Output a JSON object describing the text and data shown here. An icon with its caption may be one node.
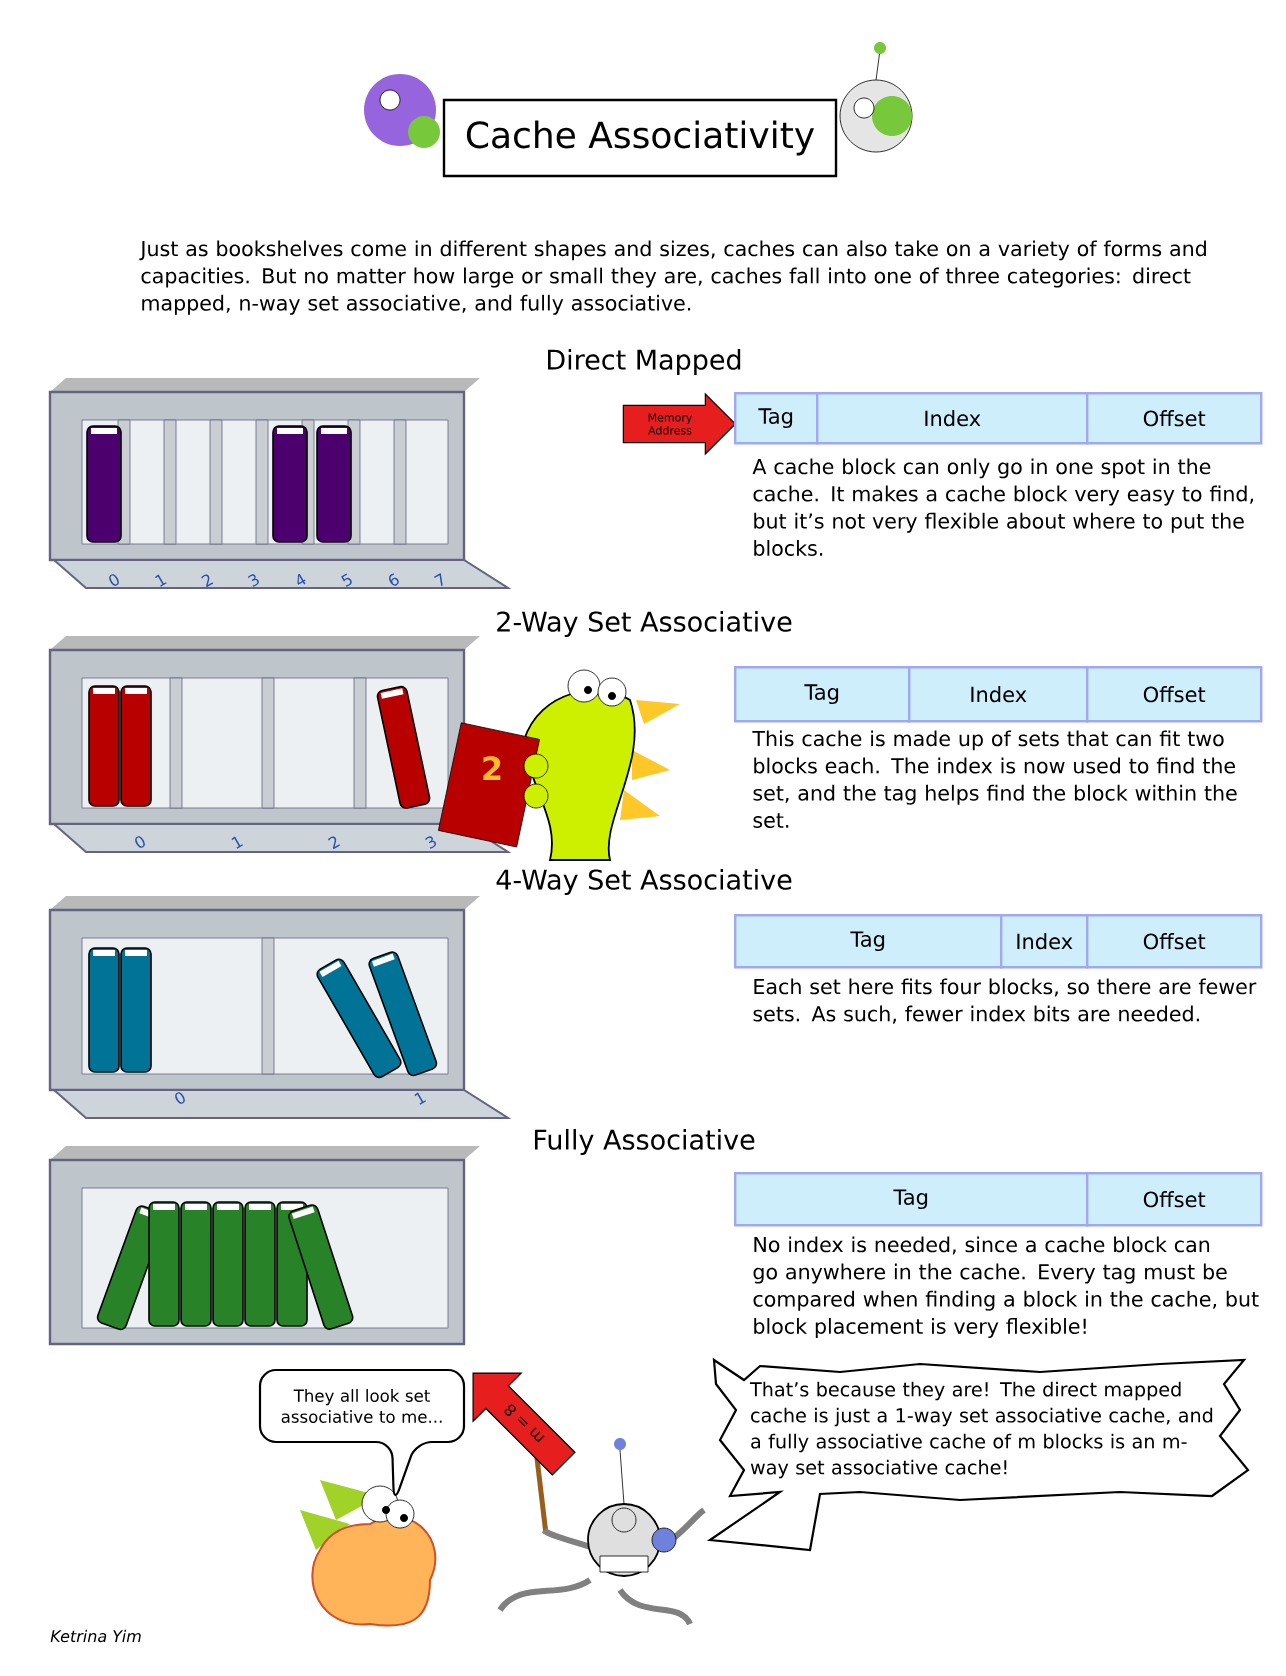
{
  "diagram": {
    "title": "Cache Associativity",
    "nodes": [
      {
        "text": [
          "Memory Address"
        ]
      },
      {
        "text": [
          "Tag"
        ]
      },
      {
        "text": [
          "Index"
        ]
      },
      {
        "text": [
          "Offset"
        ]
      },
      {
        "text": [
          "Tag"
        ]
      },
      {
        "text": [
          "Index"
        ]
      },
      {
        "text": [
          "Offset"
        ]
      },
      {
        "text": [
          "Tag"
        ]
      },
      {
        "text": [
          "Index"
        ]
      },
      {
        "text": [
          "Offset"
        ]
      },
      {
        "text": [
          "Tag"
        ]
      },
      {
        "text": [
          "Offset"
        ]
      },
      {
        "text": [
          "m = 8"
        ]
      },
      {
        "text": [
          "They all look set associative to me..."
        ]
      },
      {
        "text": [
          "That’s because they are! The direct mapped cache is just a 1-way set associative cache, and a fully associative cache of m blocks is an m-way set associative cache!"
        ]
      }
    ],
    "labels": [
      "Just as bookshelves come in different shapes and sizes, caches can also take on a variety of forms and capacities. But no matter how large or small they are, caches fall into one of three categories: direct mapped, n-way set associative, and fully associative.",
      "Direct Mapped",
      "0",
      "1",
      "2",
      "3",
      "4",
      "5",
      "6",
      "7",
      "A cache block can only go in one spot in the cache. It makes a cache block very easy to find, but it’s not very flexible about where to put the blocks.",
      "2-Way Set Associative",
      "0",
      "1",
      "2",
      "3",
      "2",
      "This cache is made up of sets that can fit two blocks each. The index is now used to find the set, and the tag helps find the block within the set.",
      "4-Way Set Associative",
      "0",
      "1",
      "Each set here fits four blocks, so there are fewer sets. As such, fewer index bits are needed.",
      "Fully Associative",
      "No index is needed, since a cache block can go anywhere in the cache. Every tag must be compared when finding a block in the cache, but block placement is very flexible!",
      "Ketrina Yim"
    ]
  }
}
